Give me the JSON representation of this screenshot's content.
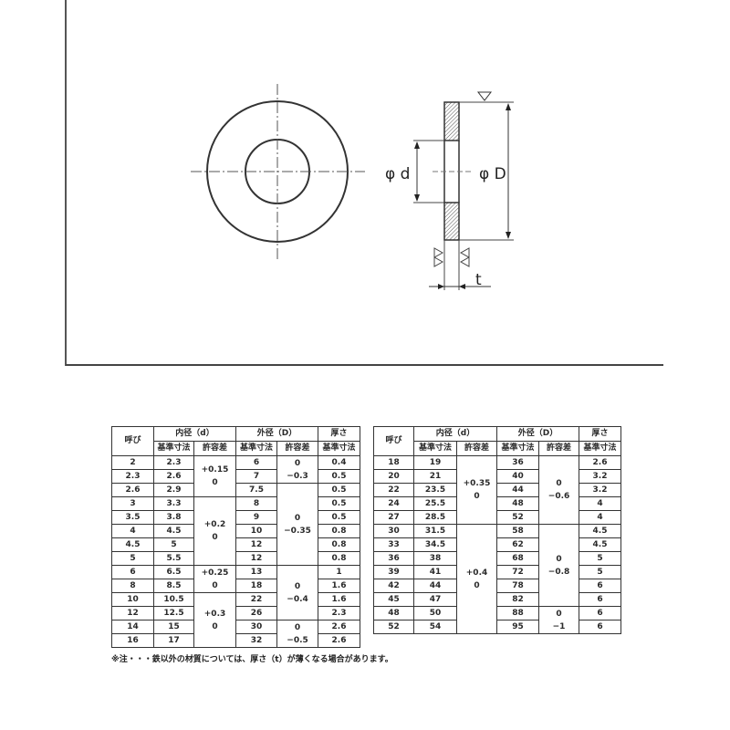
{
  "drawing": {
    "inner_diameter_label": "φ d",
    "outer_diameter_label": "φ D",
    "thickness_label": "t"
  },
  "table_headers": {
    "nominal": "呼び",
    "inner": "内径（d）",
    "outer": "外径（D）",
    "thickness": "厚さ",
    "basic_size": "基準寸法",
    "tolerance": "許容差"
  },
  "left_table": {
    "rows": [
      {
        "nominal": "2",
        "d": "2.3",
        "D": "6",
        "t": "0.4"
      },
      {
        "nominal": "2.3",
        "d": "2.6",
        "D": "7",
        "t": "0.5"
      },
      {
        "nominal": "2.6",
        "d": "2.9",
        "D": "7.5",
        "t": "0.5"
      },
      {
        "nominal": "3",
        "d": "3.3",
        "D": "8",
        "t": "0.5"
      },
      {
        "nominal": "3.5",
        "d": "3.8",
        "D": "9",
        "t": "0.5"
      },
      {
        "nominal": "4",
        "d": "4.5",
        "D": "10",
        "t": "0.8"
      },
      {
        "nominal": "4.5",
        "d": "5",
        "D": "12",
        "t": "0.8"
      },
      {
        "nominal": "5",
        "d": "5.5",
        "D": "12",
        "t": "0.8"
      },
      {
        "nominal": "6",
        "d": "6.5",
        "D": "13",
        "t": "1"
      },
      {
        "nominal": "8",
        "d": "8.5",
        "D": "18",
        "t": "1.6"
      },
      {
        "nominal": "10",
        "d": "10.5",
        "D": "22",
        "t": "1.6"
      },
      {
        "nominal": "12",
        "d": "12.5",
        "D": "26",
        "t": "2.3"
      },
      {
        "nominal": "14",
        "d": "15",
        "D": "30",
        "t": "2.6"
      },
      {
        "nominal": "16",
        "d": "17",
        "D": "32",
        "t": "2.6"
      }
    ],
    "inner_tolerances": [
      {
        "upper": "+0.15",
        "lower": "0",
        "rows": 3
      },
      {
        "upper": "+0.2",
        "lower": "0",
        "rows": 5
      },
      {
        "upper": "+0.25",
        "lower": "0",
        "rows": 2
      },
      {
        "upper": "+0.3",
        "lower": "0",
        "rows": 4
      }
    ],
    "outer_tolerances": [
      {
        "upper": "0",
        "lower": "−0.3",
        "rows": 2
      },
      {
        "upper": "0",
        "lower": "−0.35",
        "rows": 6
      },
      {
        "upper": "0",
        "lower": "−0.4",
        "rows": 4
      },
      {
        "upper": "0",
        "lower": "−0.5",
        "rows": 3
      }
    ]
  },
  "right_table": {
    "rows": [
      {
        "nominal": "18",
        "d": "19",
        "D": "36",
        "t": "2.6"
      },
      {
        "nominal": "20",
        "d": "21",
        "D": "40",
        "t": "3.2"
      },
      {
        "nominal": "22",
        "d": "23.5",
        "D": "44",
        "t": "3.2"
      },
      {
        "nominal": "24",
        "d": "25.5",
        "D": "48",
        "t": "4"
      },
      {
        "nominal": "27",
        "d": "28.5",
        "D": "52",
        "t": "4"
      },
      {
        "nominal": "30",
        "d": "31.5",
        "D": "58",
        "t": "4.5"
      },
      {
        "nominal": "33",
        "d": "34.5",
        "D": "62",
        "t": "4.5"
      },
      {
        "nominal": "36",
        "d": "38",
        "D": "68",
        "t": "5"
      },
      {
        "nominal": "39",
        "d": "41",
        "D": "72",
        "t": "5"
      },
      {
        "nominal": "42",
        "d": "44",
        "D": "78",
        "t": "6"
      },
      {
        "nominal": "45",
        "d": "47",
        "D": "82",
        "t": "6"
      },
      {
        "nominal": "48",
        "d": "50",
        "D": "88",
        "t": "6"
      },
      {
        "nominal": "52",
        "d": "54",
        "D": "95",
        "t": "6"
      }
    ],
    "inner_tolerances": [
      {
        "upper": "+0.35",
        "lower": "0",
        "rows": 5
      },
      {
        "upper": "+0.4",
        "lower": "0",
        "rows": 8
      }
    ],
    "outer_tolerances": [
      {
        "upper": "0",
        "lower": "−0.6",
        "rows": 5
      },
      {
        "upper": "0",
        "lower": "−0.8",
        "rows": 6
      },
      {
        "upper": "0",
        "lower": "−1",
        "rows": 2
      }
    ]
  },
  "note": "※注・・・鉄以外の材質については、厚さ（t）が薄くなる場合があります。"
}
